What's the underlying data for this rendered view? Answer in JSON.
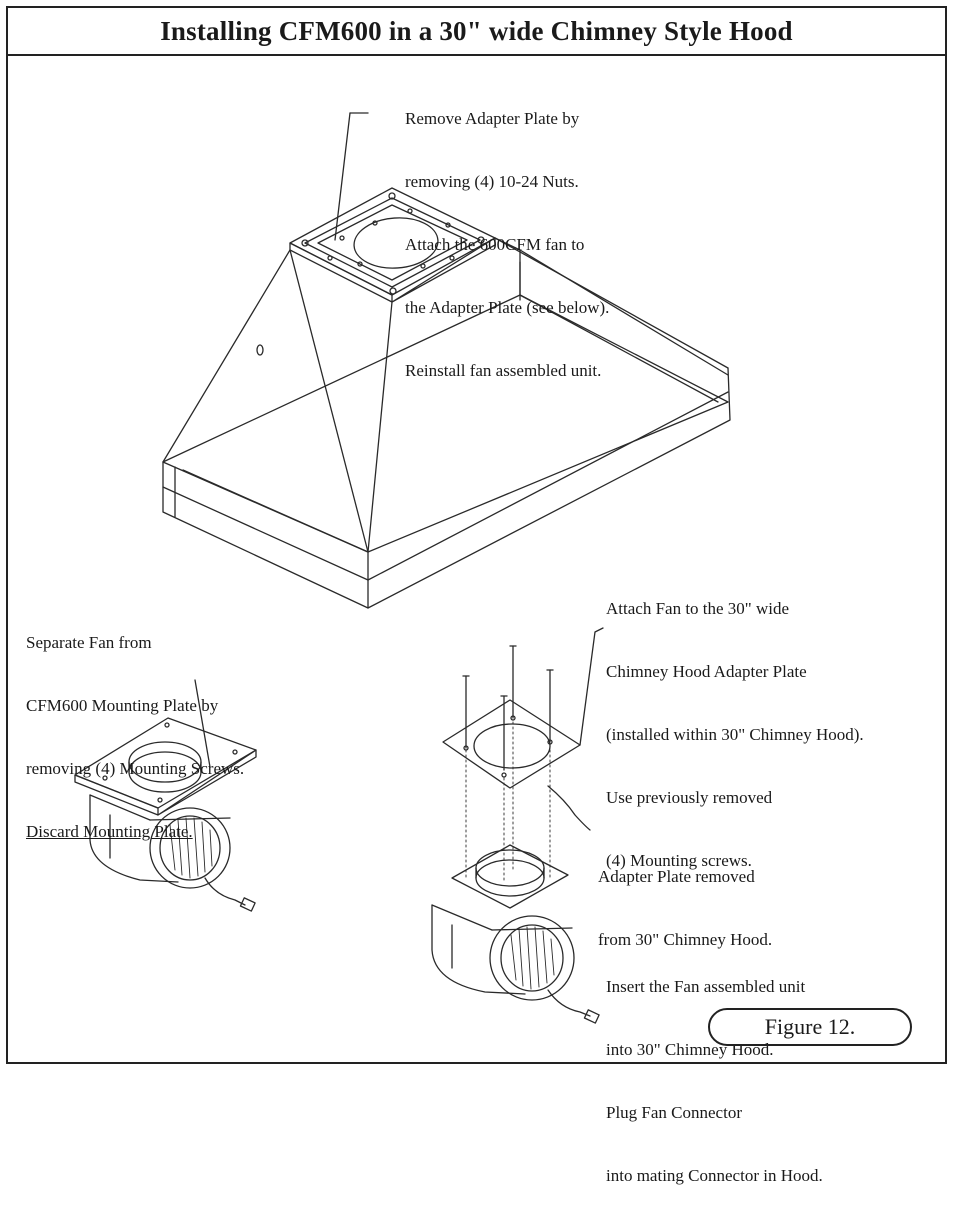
{
  "title": "Installing CFM600 in a 30\" wide Chimney Style Hood",
  "notes": {
    "top": [
      "Remove Adapter Plate by",
      "removing (4) 10-24 Nuts.",
      "Attach the 600CFM fan to",
      "the Adapter Plate (see below).",
      "Reinstall fan assembled unit."
    ],
    "left": [
      "Separate Fan from",
      "CFM600 Mounting Plate by",
      "removing (4) Mounting Screws.",
      "Discard Mounting Plate."
    ],
    "right": [
      "Attach Fan to the 30\" wide",
      "Chimney Hood Adapter Plate",
      "(installed within 30\" Chimney Hood).",
      "Use previously removed",
      "(4) Mounting screws.",
      "",
      "Insert the Fan assembled unit",
      "into 30\" Chimney Hood.",
      "Plug Fan Connector",
      "into mating Connector in Hood."
    ],
    "plate": [
      "Adapter Plate removed",
      "from 30\" Chimney Hood."
    ]
  },
  "figure_label": "Figure 12."
}
